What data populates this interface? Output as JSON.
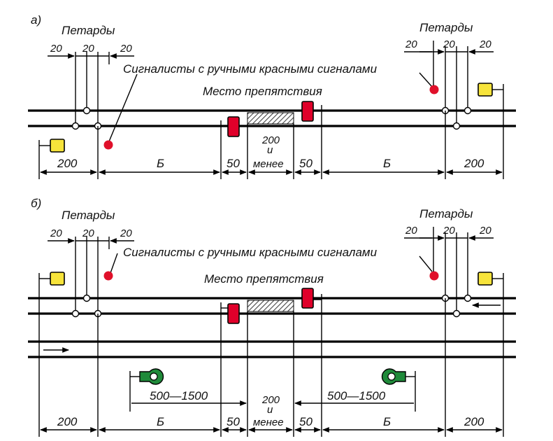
{
  "panel_a": {
    "label": "а)",
    "petards_left": "Петарды",
    "petards_right": "Петарды",
    "signalmen": "Сигналисты с ручными красными сигналами",
    "obstacle": "Место препятствия",
    "top_dims_left": [
      "20",
      "20",
      "20"
    ],
    "top_dims_right": [
      "20",
      "20",
      "20"
    ],
    "bottom_dims": {
      "d200_left": "200",
      "b_left": "Б",
      "d50_left": "50",
      "mid_line1": "200",
      "mid_line2": "и",
      "mid_line3": "менее",
      "d50_right": "50",
      "b_right": "Б",
      "d200_right": "200"
    }
  },
  "panel_b": {
    "label": "б)",
    "petards_left": "Петарды",
    "petards_right": "Петарды",
    "signalmen": "Сигналисты с ручными красными сигналами",
    "obstacle": "Место препятствия",
    "top_dims_left": [
      "20",
      "20",
      "20"
    ],
    "top_dims_right": [
      "20",
      "20",
      "20"
    ],
    "range_left": "500—1500",
    "range_right": "500—1500",
    "bottom_dims": {
      "d200_left": "200",
      "b_left": "Б",
      "d50_left": "50",
      "mid_line1": "200",
      "mid_line2": "и",
      "mid_line3": "менее",
      "d50_right": "50",
      "b_right": "Б",
      "d200_right": "200"
    }
  },
  "colors": {
    "stop_signal": "#e0002a",
    "warning_signal": "#f7e43b",
    "handheld_signal": "#e0102a",
    "green_signal": "#1f8a3a"
  }
}
